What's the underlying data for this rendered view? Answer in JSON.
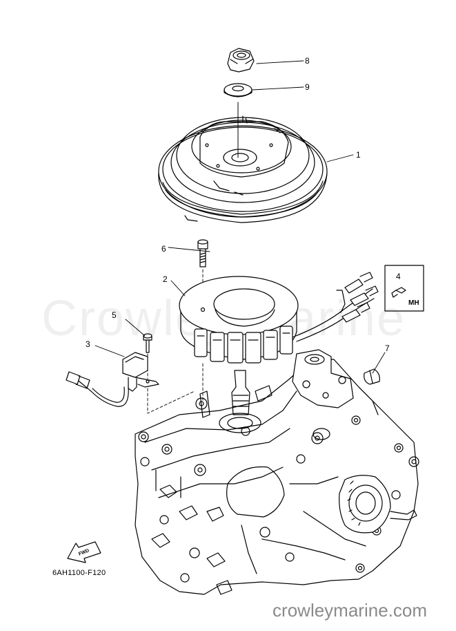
{
  "diagram": {
    "callouts": [
      "1",
      "2",
      "3",
      "4",
      "5",
      "6",
      "7",
      "8",
      "9"
    ],
    "mh_box_label": "MH",
    "fwd_label": "FWD",
    "drawing_code": "6AH1100-F120",
    "watermark": "Crowley Marine",
    "site": "crowleymarine.com"
  }
}
